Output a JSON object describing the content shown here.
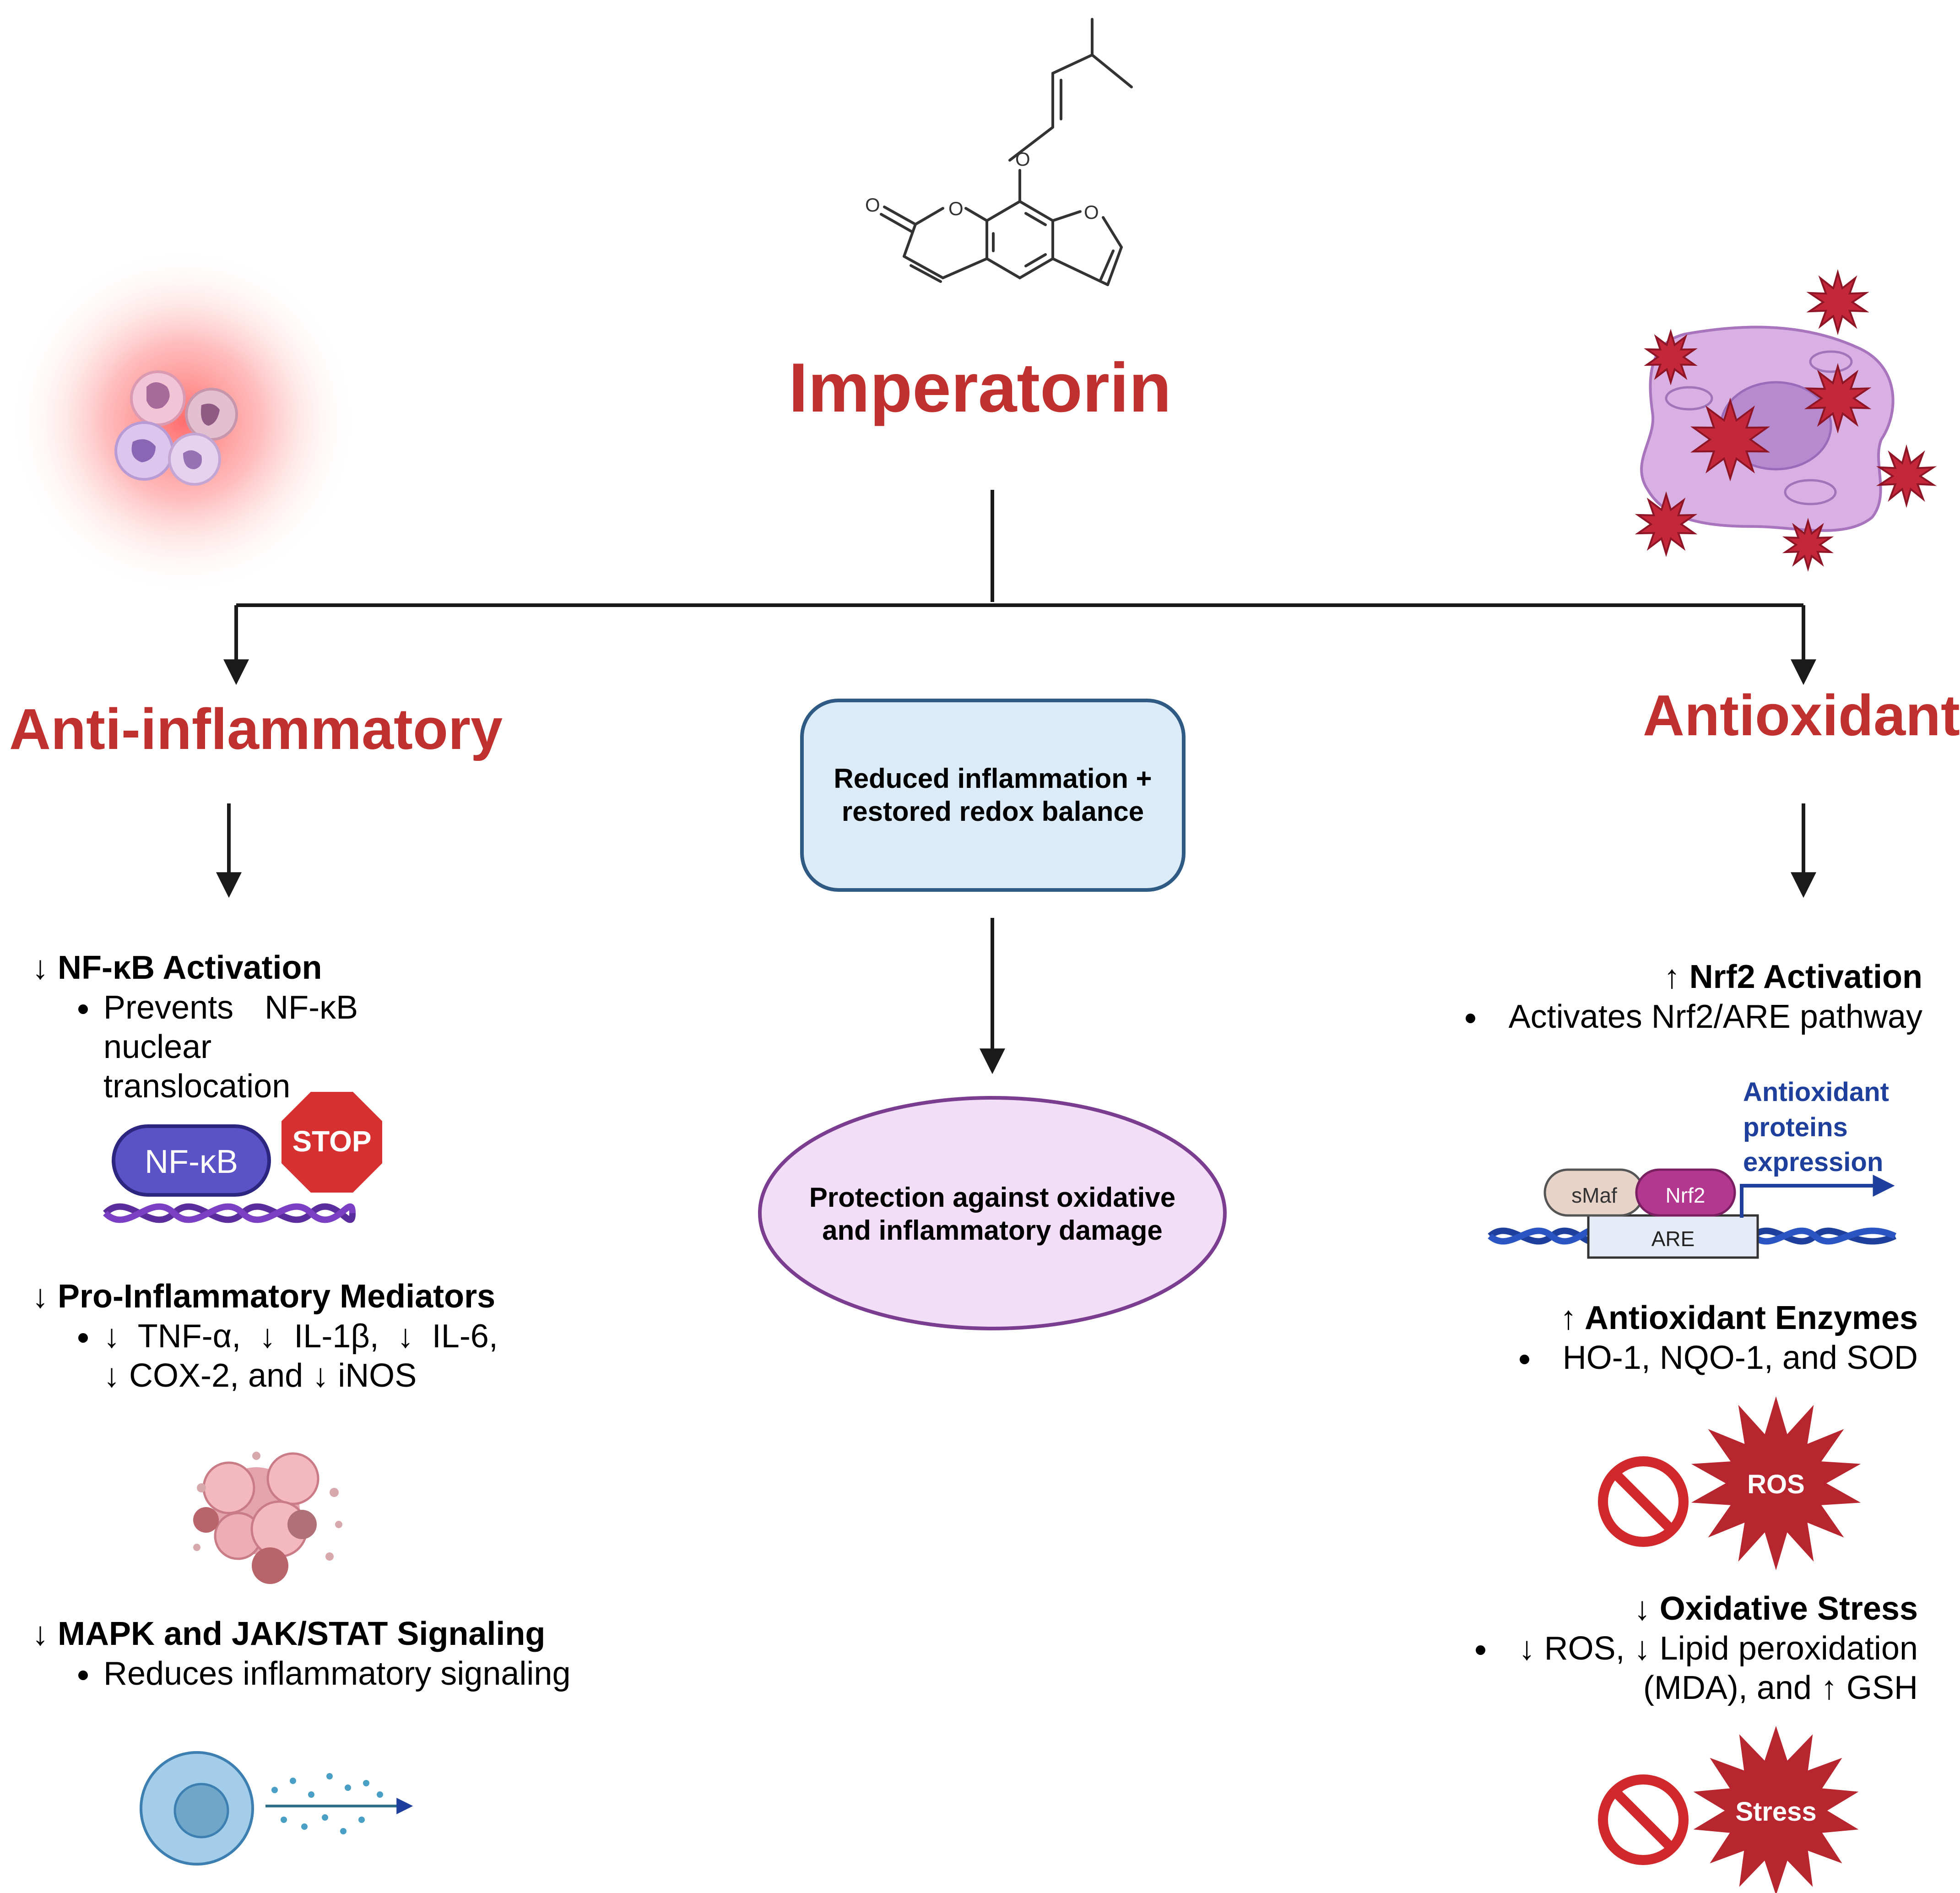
{
  "title": "Imperatorin",
  "molecule_atoms": {
    "oxygen": "O"
  },
  "branches": {
    "left": "Anti-inflammatory",
    "right": "Antioxidant"
  },
  "center": {
    "box_line1": "Reduced inflammation +",
    "box_line2": "restored redox balance",
    "ellipse_line1": "Protection against oxidative",
    "ellipse_line2": "and inflammatory damage"
  },
  "left_sections": [
    {
      "heading": "↓ NF-κB Activation",
      "bullet_line1": "Prevents NF-κB nuclear",
      "bullet_line2": "translocation"
    },
    {
      "heading": "↓ Pro-Inflammatory Mediators",
      "bullet_line1": "↓ TNF-α, ↓ IL-1β, ↓ IL-6,",
      "bullet_line2": "↓ COX-2, and ↓ iNOS"
    },
    {
      "heading": "↓ MAPK and JAK/STAT Signaling",
      "bullet_line1": "Reduces inflammatory signaling"
    }
  ],
  "right_sections": [
    {
      "heading": "↑ Nrf2 Activation",
      "bullet_line1": "Activates Nrf2/ARE pathway"
    },
    {
      "heading": "↑ Antioxidant Enzymes",
      "bullet_line1": "HO-1, NQO-1, and SOD"
    },
    {
      "heading": "↓ Oxidative Stress",
      "bullet_line1": "↓ ROS, ↓ Lipid peroxidation",
      "bullet_line2": "(MDA), and ↑ GSH"
    }
  ],
  "icons": {
    "nfkb_label": "NF-κB",
    "stop_label": "STOP",
    "smaf_label": "sMaf",
    "nrf2_label": "Nrf2",
    "are_label": "ARE",
    "expression_line1": "Antioxidant",
    "expression_line2": "proteins",
    "expression_line3": "expression",
    "ros_label": "ROS",
    "stress_label": "Stress"
  },
  "colors": {
    "title_red": "#c0302f",
    "box_fill": "#dcebf8",
    "box_stroke": "#2f5a84",
    "ellipse_fill": "#f3def7",
    "ellipse_stroke": "#7a3d8f",
    "nfkb_fill": "#5b52c8",
    "stop_red": "#d63031",
    "nrf2_fill": "#b3378f",
    "smaf_fill": "#e7d3c8",
    "dna_blue": "#1e3f9c",
    "expression_blue": "#1e3f9c",
    "burst_red": "#b7252f",
    "ban_red": "#d0282b"
  }
}
